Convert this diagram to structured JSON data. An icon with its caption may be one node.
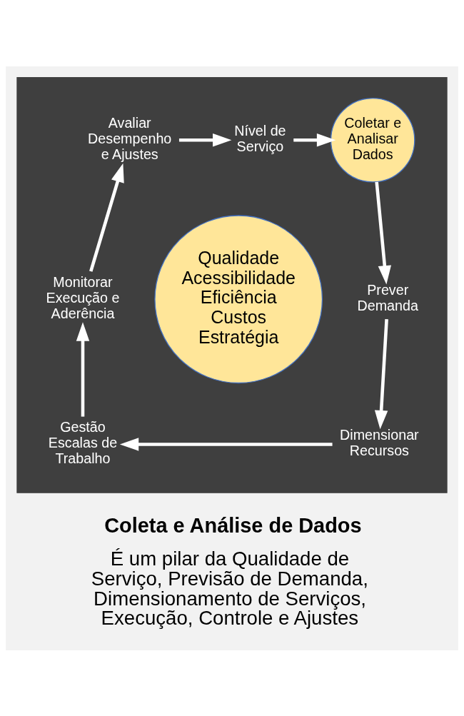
{
  "diagram": {
    "title": "Coleta e Análise de Dados",
    "caption": "É um pilar da Qualidade de Serviço, Previsão de Demanda, Dimensionamento de Serviços, Execução, Controle e Ajustes",
    "nodes": [
      {
        "text": [],
        "shape": "box"
      },
      {
        "text": [
          "Nível de Serviço"
        ],
        "in": 0
      },
      {
        "text": [
          "Coletar e Analisar Dados"
        ],
        "in": 0
      },
      {
        "text": [
          "Prever Demanda"
        ],
        "in": 0
      },
      {
        "text": [
          "Dimensionar Recursos"
        ],
        "in": 0
      },
      {
        "text": [
          "Gestão Escalas de Trabalho"
        ],
        "in": 0
      },
      {
        "text": [
          "Monitorar Execução e Aderência"
        ],
        "in": 0
      },
      {
        "text": [
          "Avaliar Desempenho e Ajustes"
        ],
        "in": 0
      },
      {
        "text": [
          "Qualidade",
          "Acessibilidade",
          "Eficiência",
          "Custos",
          "Estratégia"
        ],
        "in": 0
      }
    ],
    "edges": [
      {
        "from": 1,
        "to": 2,
        "arrow": "to"
      },
      {
        "from": 2,
        "to": 3,
        "arrow": "to"
      },
      {
        "from": 3,
        "to": 4,
        "arrow": "to"
      },
      {
        "from": 4,
        "to": 5,
        "arrow": "to"
      },
      {
        "from": 5,
        "to": 6,
        "arrow": "to"
      },
      {
        "from": 6,
        "to": 7,
        "arrow": "to"
      },
      {
        "from": 7,
        "to": 1,
        "arrow": "to"
      }
    ]
  }
}
